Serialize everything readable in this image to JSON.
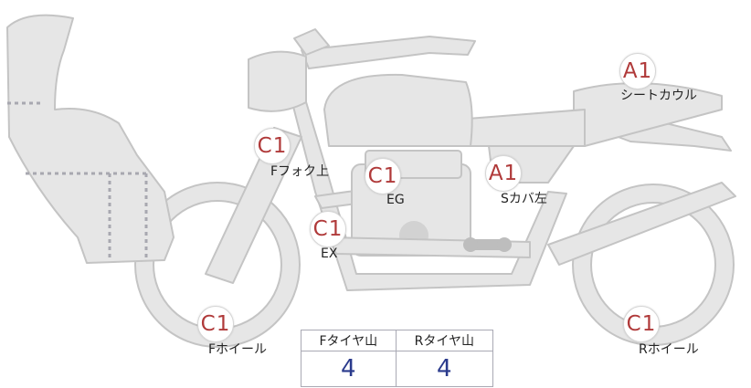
{
  "checkpoints": [
    {
      "key": "seat_cowl",
      "grade": "A1",
      "label": "シートカウル"
    },
    {
      "key": "s_cover_left",
      "grade": "A1",
      "label": "Sカバ左"
    },
    {
      "key": "f_fork_upper",
      "grade": "C1",
      "label": "Fフォク上"
    },
    {
      "key": "engine",
      "grade": "C1",
      "label": "EG"
    },
    {
      "key": "exhaust",
      "grade": "C1",
      "label": "EX"
    },
    {
      "key": "f_wheel",
      "grade": "C1",
      "label": "Fホイール"
    },
    {
      "key": "r_wheel",
      "grade": "C1",
      "label": "Rホイール"
    }
  ],
  "tread_table": {
    "headers": [
      "Fタイヤ山",
      "Rタイヤ山"
    ],
    "values": [
      "4",
      "4"
    ]
  },
  "colors": {
    "grade_text": "#b03a3a",
    "value_text": "#2a3a8c",
    "body_fill": "#e6e6e6",
    "body_stroke": "#c4c4c4"
  }
}
